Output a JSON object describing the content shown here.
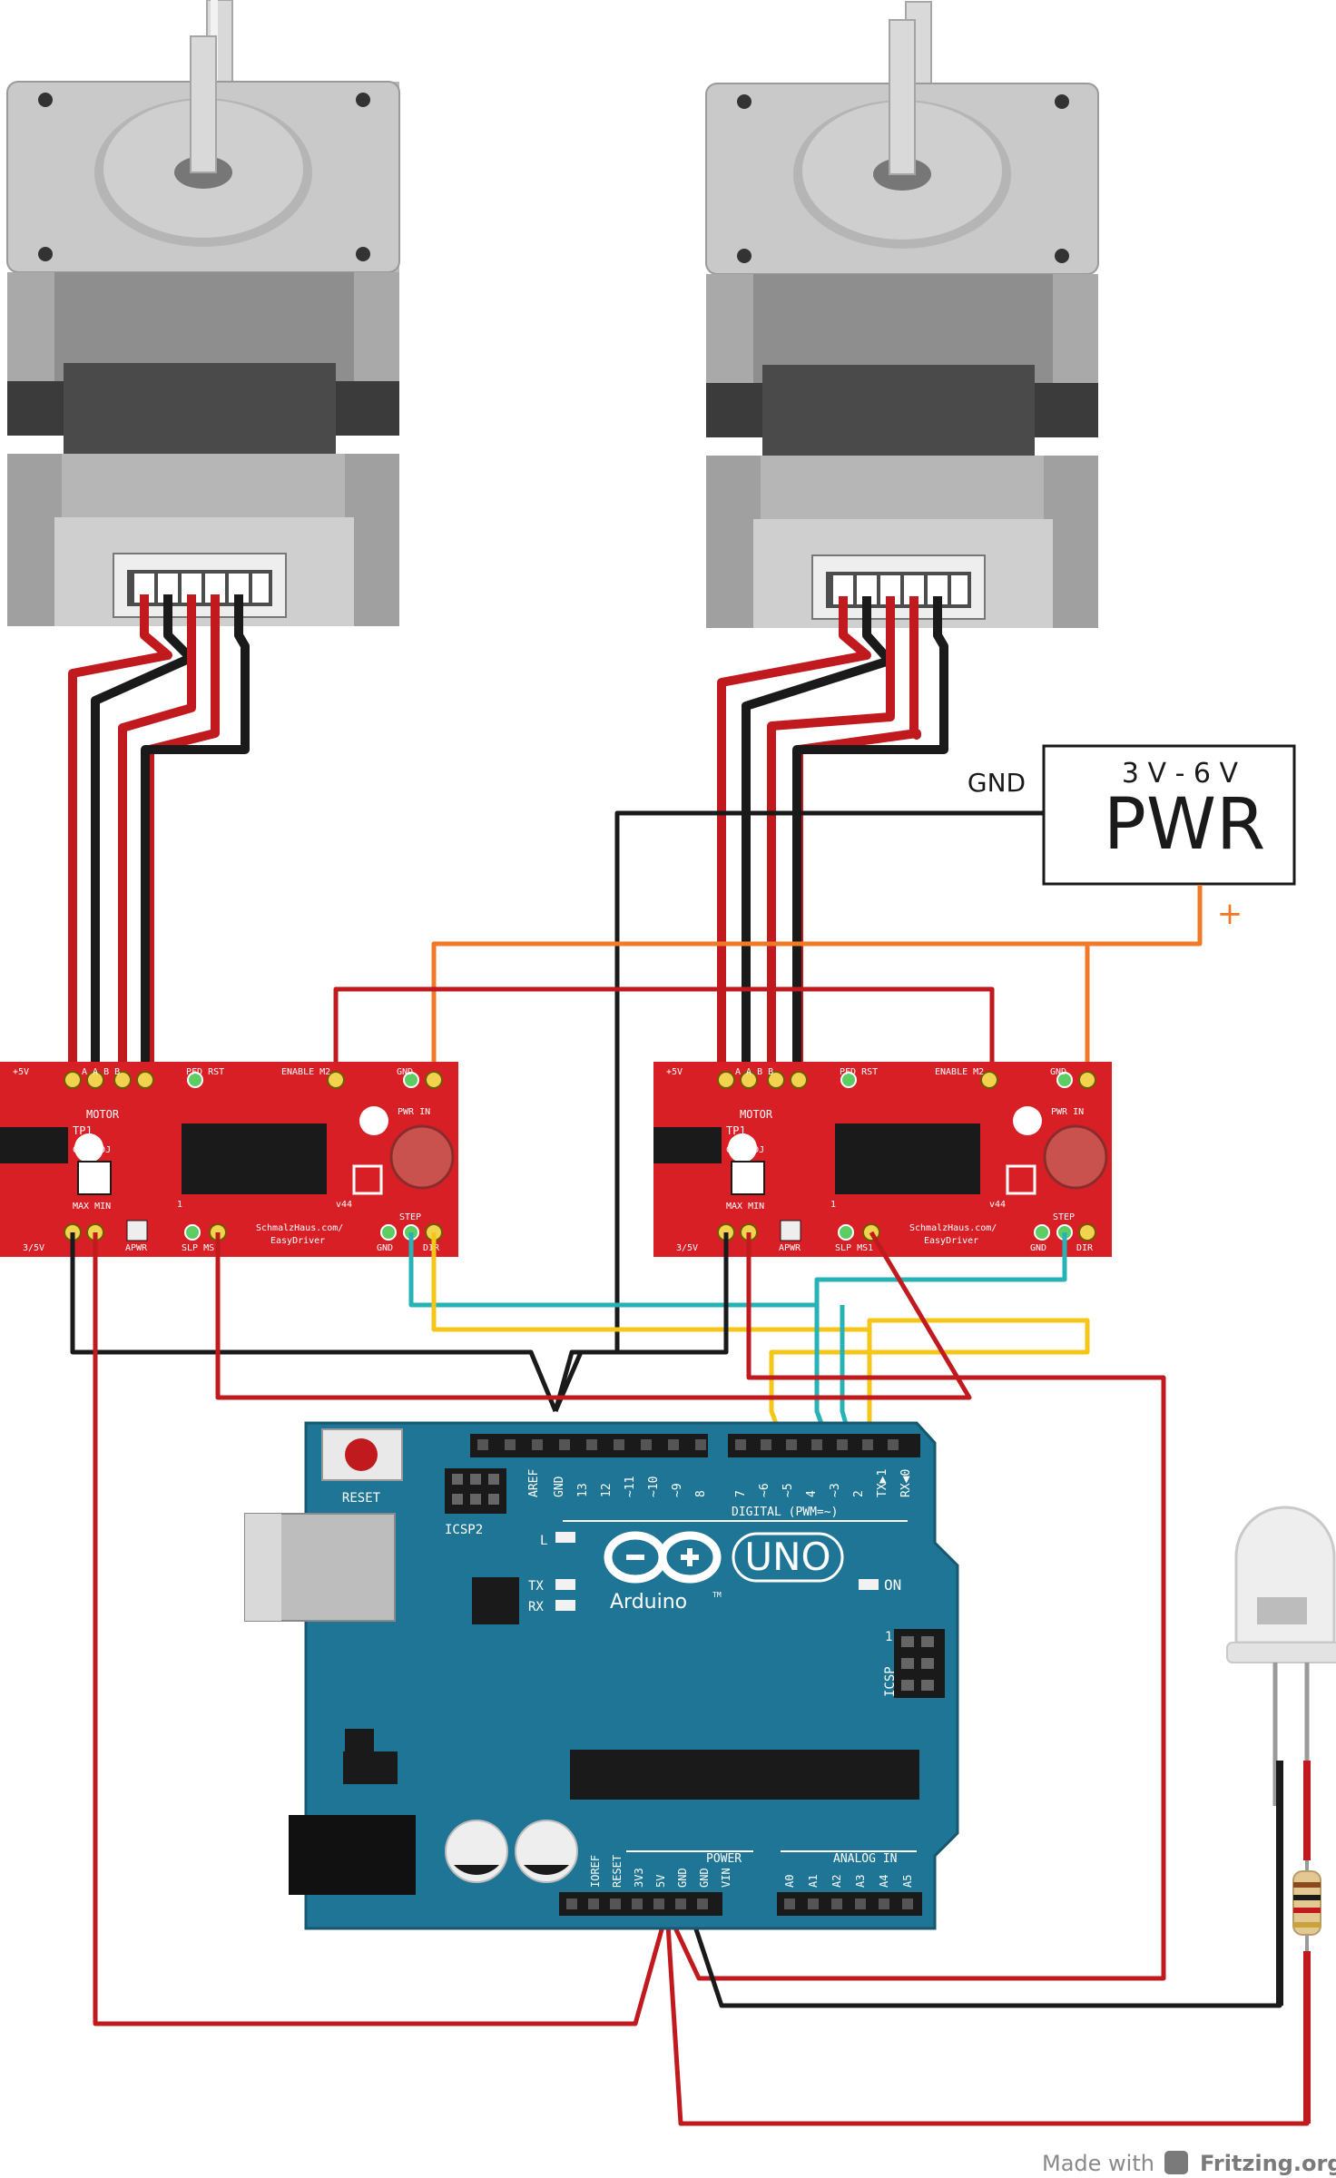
{
  "power_box": {
    "voltage": "3 V - 6 V",
    "label": "PWR",
    "gnd_label": "GND",
    "plus": "+"
  },
  "driver": {
    "top_left": "+5V",
    "motor_pins": "A  A  B  B",
    "motor": "MOTOR",
    "pfd_rst": "PFD RST",
    "enable": "ENABLE M2",
    "gnd": "GND",
    "pwr_in": "PWR IN",
    "tp1": "TP1",
    "cur_adj": "CUR  ADJ",
    "max_min": "MAX   MIN",
    "v44": "v44",
    "brand1": "SchmalzHaus.com/",
    "brand2": "EasyDriver",
    "step": "STEP",
    "bottom_left": "3/5V",
    "apwr": "APWR",
    "slp_ms1": "SLP MS1",
    "dir": "DIR",
    "one": "1"
  },
  "arduino": {
    "reset": "RESET",
    "icsp2": "ICSP2",
    "icsp": "ICSP",
    "l": "L",
    "tx": "TX",
    "rx": "RX",
    "on": "ON",
    "uno": "UNO",
    "brand": "Arduino",
    "tm": "TM",
    "digital": "DIGITAL (PWM=~)",
    "power": "POWER",
    "analog": "ANALOG IN",
    "one": "1",
    "header_left": [
      "AREF",
      "GND",
      "13",
      "12",
      "~11",
      "~10",
      "~9",
      "8"
    ],
    "header_right": [
      "7",
      "~6",
      "~5",
      "4",
      "~3",
      "2",
      "TX▶1",
      "RX◀0"
    ],
    "power_pins": [
      "IOREF",
      "RESET",
      "3V3",
      "5V",
      "GND",
      "GND",
      "VIN"
    ],
    "analog_pins": [
      "A0",
      "A1",
      "A2",
      "A3",
      "A4",
      "A5"
    ]
  },
  "credit": {
    "made_with": "Made with",
    "fritzing": "Fritzing.org"
  },
  "colors": {
    "wire_red": "#c0191e",
    "wire_black": "#1a1a1a",
    "wire_orange": "#f07a2a",
    "wire_cyan": "#27b3b5",
    "wire_yellow": "#f5c518",
    "driver_red": "#d81f26",
    "arduino_teal": "#1f7596",
    "motor_grey": "#c8c8c8"
  }
}
